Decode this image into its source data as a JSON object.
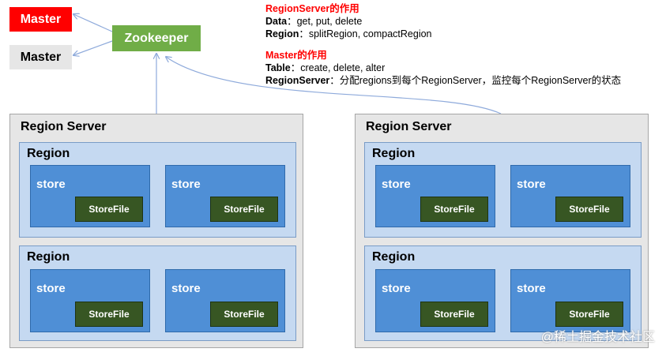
{
  "masters": {
    "active": "Master",
    "standby": "Master"
  },
  "zookeeper": "Zookeeper",
  "description": {
    "regionserver_heading": "RegionServer的作用",
    "data_label": "Data",
    "data_text": "：get, put, delete",
    "region_label": "Region",
    "region_text": "：splitRegion, compactRegion",
    "master_heading": "Master的作用",
    "table_label": "Table",
    "table_text": "：create, delete, alter",
    "rs_label": "RegionServer",
    "rs_text": "：分配regions到每个RegionServer，监控每个RegionServer的状态"
  },
  "region_servers": [
    {
      "title": "Region Server",
      "regions": [
        {
          "title": "Region",
          "stores": [
            {
              "label": "store",
              "file": "StoreFile"
            },
            {
              "label": "store",
              "file": "StoreFile"
            }
          ]
        },
        {
          "title": "Region",
          "stores": [
            {
              "label": "store",
              "file": "StoreFile"
            },
            {
              "label": "store",
              "file": "StoreFile"
            }
          ]
        }
      ]
    },
    {
      "title": "Region Server",
      "regions": [
        {
          "title": "Region",
          "stores": [
            {
              "label": "store",
              "file": "StoreFile"
            },
            {
              "label": "store",
              "file": "StoreFile"
            }
          ]
        },
        {
          "title": "Region",
          "stores": [
            {
              "label": "store",
              "file": "StoreFile"
            },
            {
              "label": "store",
              "file": "StoreFile"
            }
          ]
        }
      ]
    }
  ],
  "watermark": "@稀土掘金技术社区",
  "colors": {
    "master_active": "#ff0000",
    "master_standby": "#e6e6e6",
    "zookeeper": "#70ad47",
    "region_server": "#e6e6e6",
    "region": "#c5d9f1",
    "store": "#4f8fd6",
    "storefile": "#375623",
    "connector": "#8eaadb"
  }
}
